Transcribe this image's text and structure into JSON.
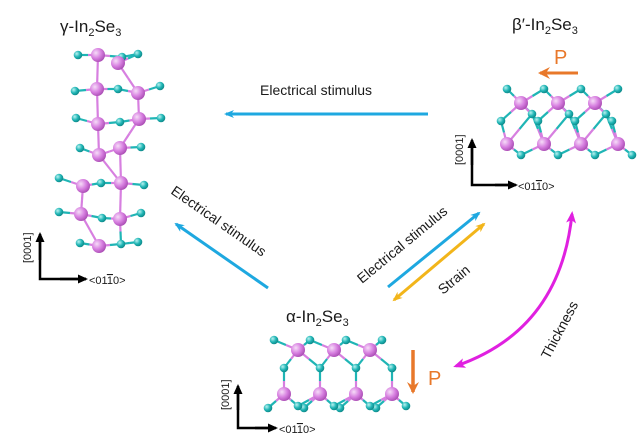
{
  "phases": {
    "gamma": {
      "prefix": "γ-In",
      "sub1": "2",
      "mid": "Se",
      "sub2": "3"
    },
    "beta": {
      "prefix": "β′-In",
      "sub1": "2",
      "mid": "Se",
      "sub2": "3"
    },
    "alpha": {
      "prefix": "α-In",
      "sub1": "2",
      "mid": "Se",
      "sub2": "3"
    }
  },
  "axes": {
    "vertical": "[0001]",
    "horizontal_prefix": "<01",
    "horizontal_bar": "1",
    "horizontal_suffix": "0>"
  },
  "transitions": {
    "beta_to_gamma": "Electrical stimulus",
    "alpha_to_gamma": "Electrical stimulus",
    "alpha_to_beta": "Electrical stimulus",
    "beta_alpha_strain": "Strain",
    "alpha_beta_thickness": "Thickness"
  },
  "polarization": {
    "beta_label": "P",
    "alpha_label": "P",
    "beta_direction": "left",
    "alpha_direction": "down"
  },
  "colors": {
    "indium": "#d77fe0",
    "selenium": "#1fb5b5",
    "electrical_arrow": "#1ea8e0",
    "strain_arrow": "#f2b51a",
    "thickness_arrow": "#e020e0",
    "polarization": "#e8782a",
    "axis": "#000000"
  }
}
